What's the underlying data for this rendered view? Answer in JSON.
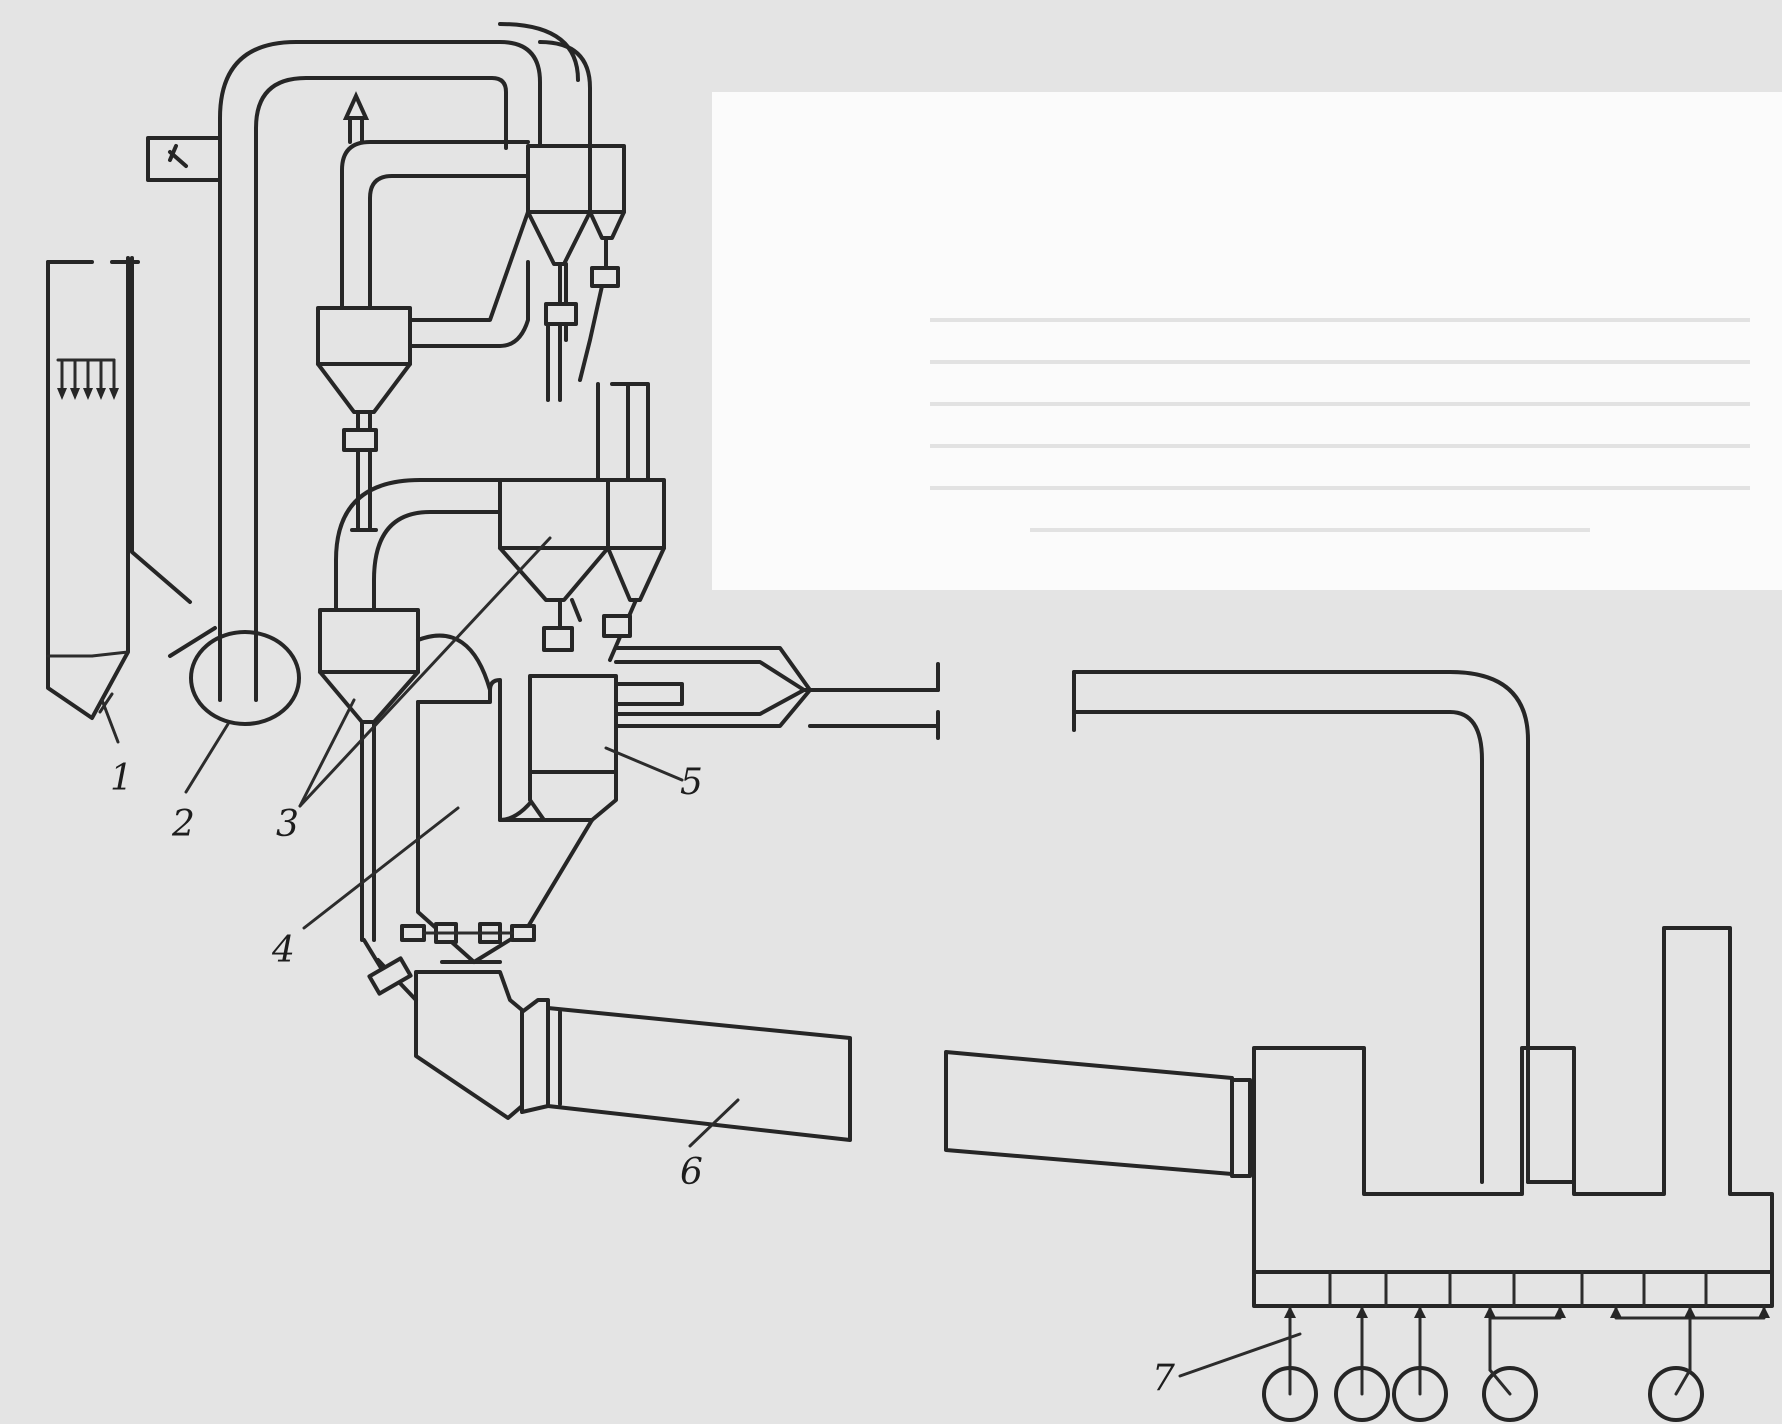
{
  "labels": {
    "l1": "1",
    "l2": "2",
    "l3": "3",
    "l4": "4",
    "l5": "5",
    "l6": "6",
    "l7": "7"
  },
  "colors": {
    "paper": "#e4e4e4",
    "ink": "#262626",
    "panel": "#fbfbfb"
  }
}
